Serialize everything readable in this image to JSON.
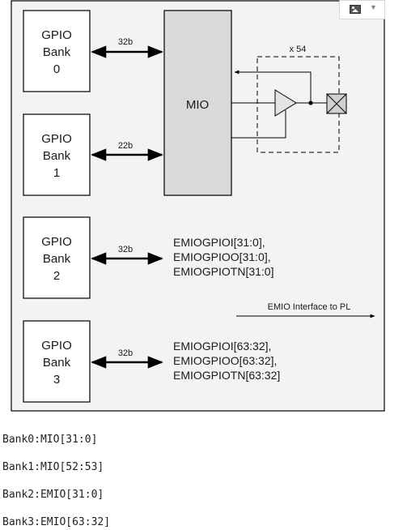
{
  "diagram": {
    "banks": [
      {
        "line1": "GPIO",
        "line2": "Bank",
        "line3": "0"
      },
      {
        "line1": "GPIO",
        "line2": "Bank",
        "line3": "1"
      },
      {
        "line1": "GPIO",
        "line2": "Bank",
        "line3": "2"
      },
      {
        "line1": "GPIO",
        "line2": "Bank",
        "line3": "3"
      }
    ],
    "bus_labels": [
      "32b",
      "22b",
      "32b",
      "32b"
    ],
    "mio_label": "MIO",
    "multiplier_label": "x 54",
    "emio_group_a": [
      "EMIOGPIOI[31:0],",
      "EMIOGPIOO[31:0],",
      "EMIOGPIOTN[31:0]"
    ],
    "emio_group_b": [
      "EMIOGPIOI[63:32],",
      "EMIOGPIOO[63:32],",
      "EMIOGPIOTN[63:32]"
    ],
    "emio_interface_label": "EMIO Interface to PL"
  },
  "notes": [
    "Bank0:MIO[31:0]",
    "Bank1:MIO[52:53]",
    "Bank2:EMIO[31:0]",
    "Bank3:EMIO[63:32]"
  ],
  "toolbar": {
    "image_icon": "picture-icon",
    "dropdown_icon": "caret-down-icon",
    "caret_glyph": "▼"
  }
}
